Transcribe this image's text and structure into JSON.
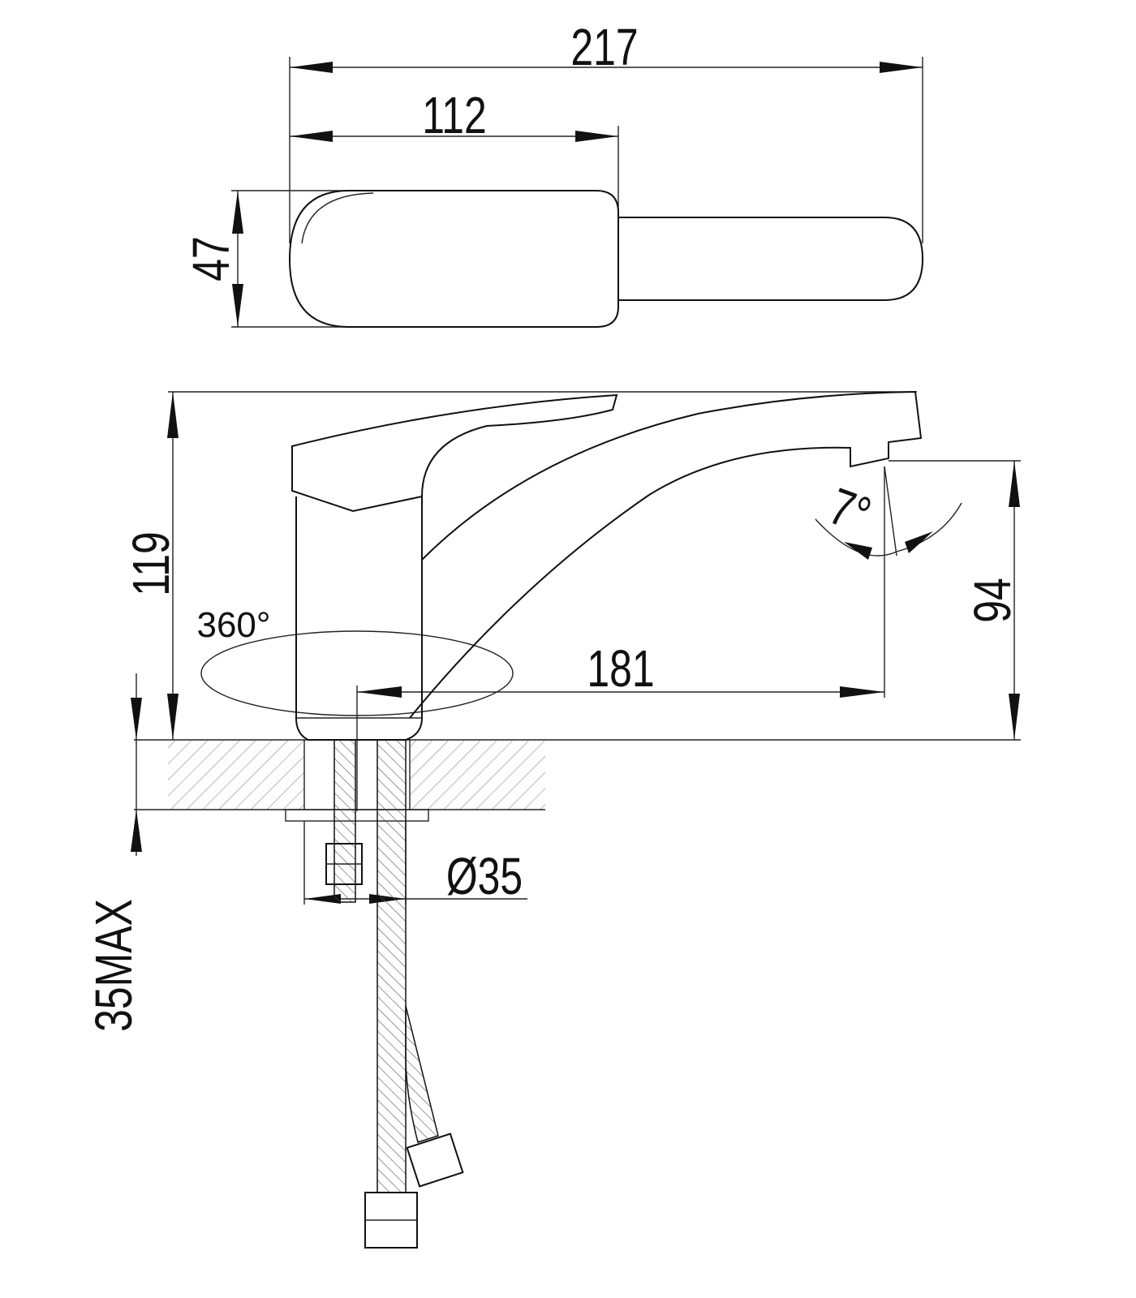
{
  "drawing": {
    "top_view": {
      "overall_length_label": "217",
      "handle_length_label": "112",
      "handle_width_label": "47"
    },
    "side_view": {
      "height_label": "119",
      "swivel_label": "360°",
      "tilt_angle_label": "7°",
      "spout_height_label": "94",
      "reach_label": "181",
      "hole_diameter_label": "Ø35",
      "max_deck_thickness_label": "35MAX"
    },
    "colors": {
      "line": "#111111",
      "hatch": "#777777",
      "background": "#ffffff"
    }
  }
}
